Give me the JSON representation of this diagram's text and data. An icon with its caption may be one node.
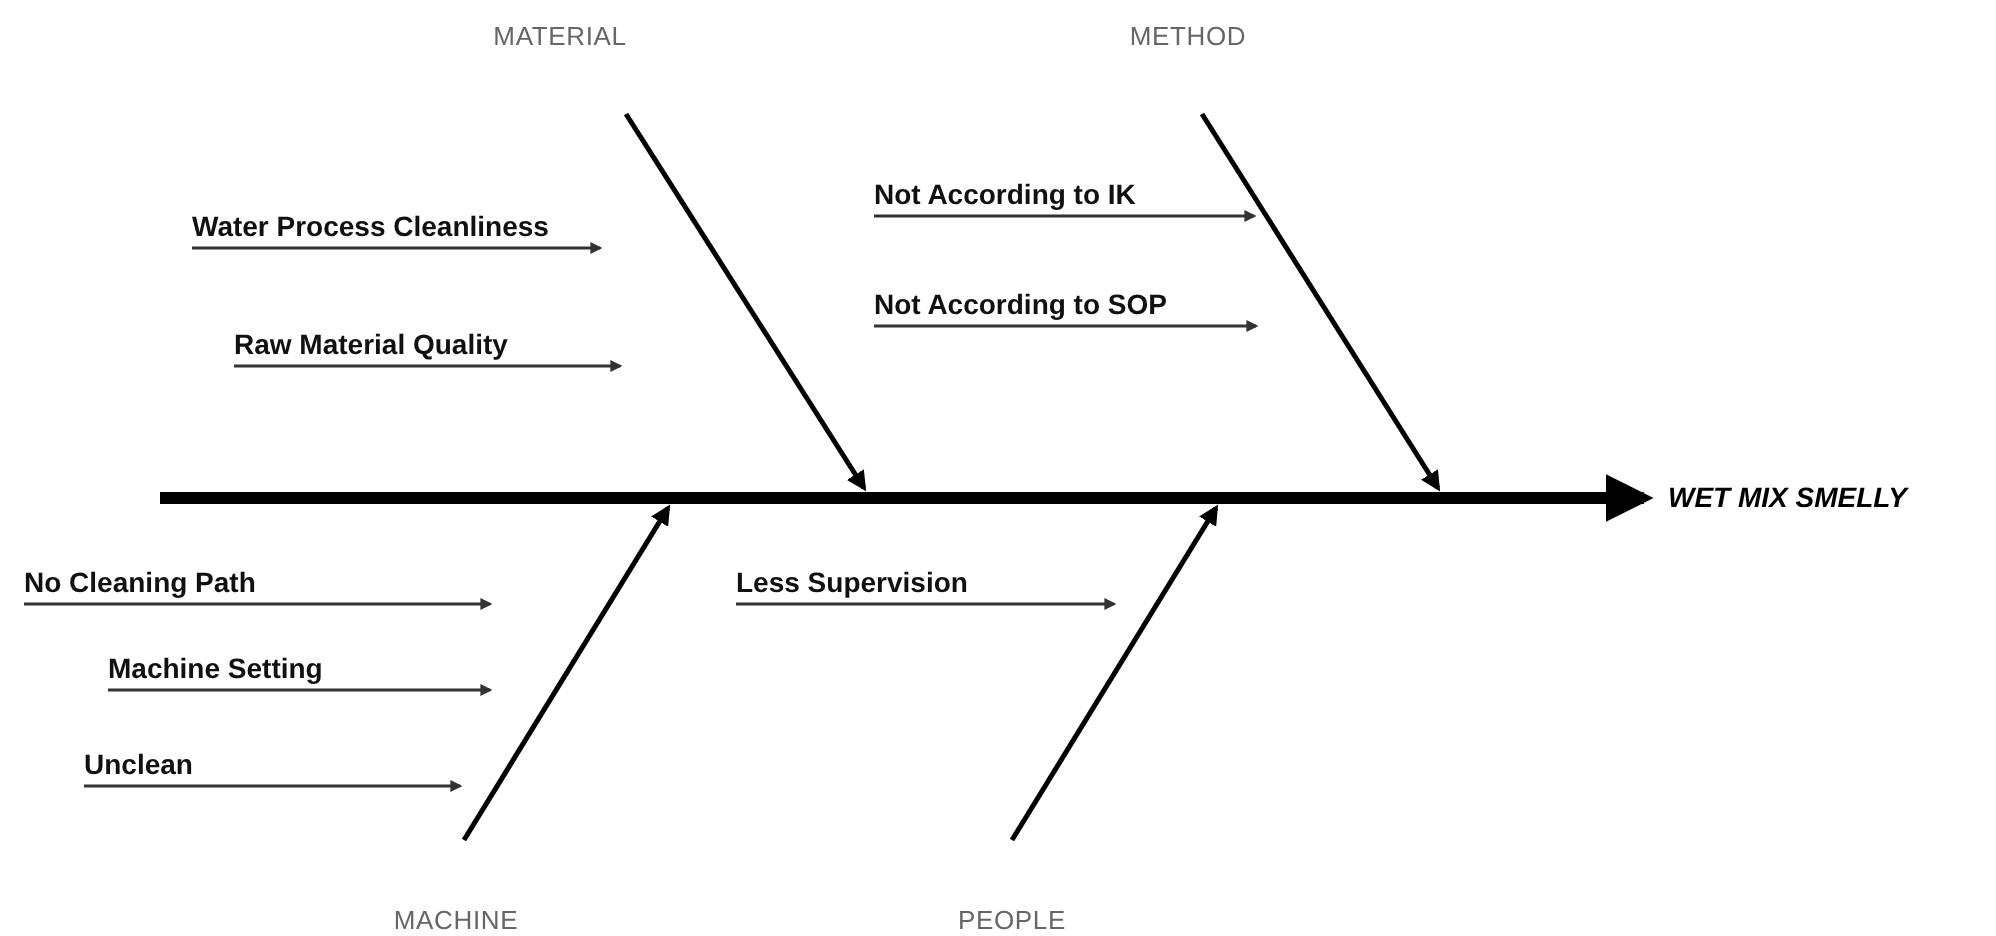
{
  "diagram": {
    "nodes": [
      {
        "text": [
          "MATERIAL"
        ]
      },
      {
        "text": [
          "METHOD"
        ]
      },
      {
        "text": [
          "Not According to IK"
        ]
      },
      {
        "text": [
          "Water Process Cleanliness"
        ]
      },
      {
        "text": [
          "Not According to SOP"
        ]
      },
      {
        "text": [
          "Raw Material Quality"
        ]
      },
      {
        "text": [
          "WET MIX SMELLY"
        ]
      },
      {
        "text": [
          "No Cleaning Path"
        ]
      },
      {
        "text": [
          "Less Supervision"
        ]
      },
      {
        "text": [
          "Machine Setting"
        ]
      },
      {
        "text": [
          "Unclean"
        ]
      },
      {
        "text": [
          "MACHINE"
        ]
      },
      {
        "text": [
          "PEOPLE"
        ]
      }
    ],
    "edges": [
      {
        "from": null,
        "to": 6,
        "arrow": "to",
        "style": "thick"
      },
      {
        "from": 0,
        "to": null,
        "arrow": "to"
      },
      {
        "from": 1,
        "to": null,
        "arrow": "to"
      },
      {
        "from": 11,
        "to": null,
        "arrow": "to"
      },
      {
        "from": 12,
        "to": null,
        "arrow": "to"
      },
      {
        "from": 2,
        "to": null,
        "arrow": "to"
      },
      {
        "from": 3,
        "to": null,
        "arrow": "to"
      },
      {
        "from": 4,
        "to": null,
        "arrow": "to"
      },
      {
        "from": 5,
        "to": null,
        "arrow": "to"
      },
      {
        "from": 7,
        "to": null,
        "arrow": "to"
      },
      {
        "from": 8,
        "to": null,
        "arrow": "to"
      },
      {
        "from": 9,
        "to": null,
        "arrow": "to"
      },
      {
        "from": 10,
        "to": null,
        "arrow": "to"
      }
    ]
  }
}
